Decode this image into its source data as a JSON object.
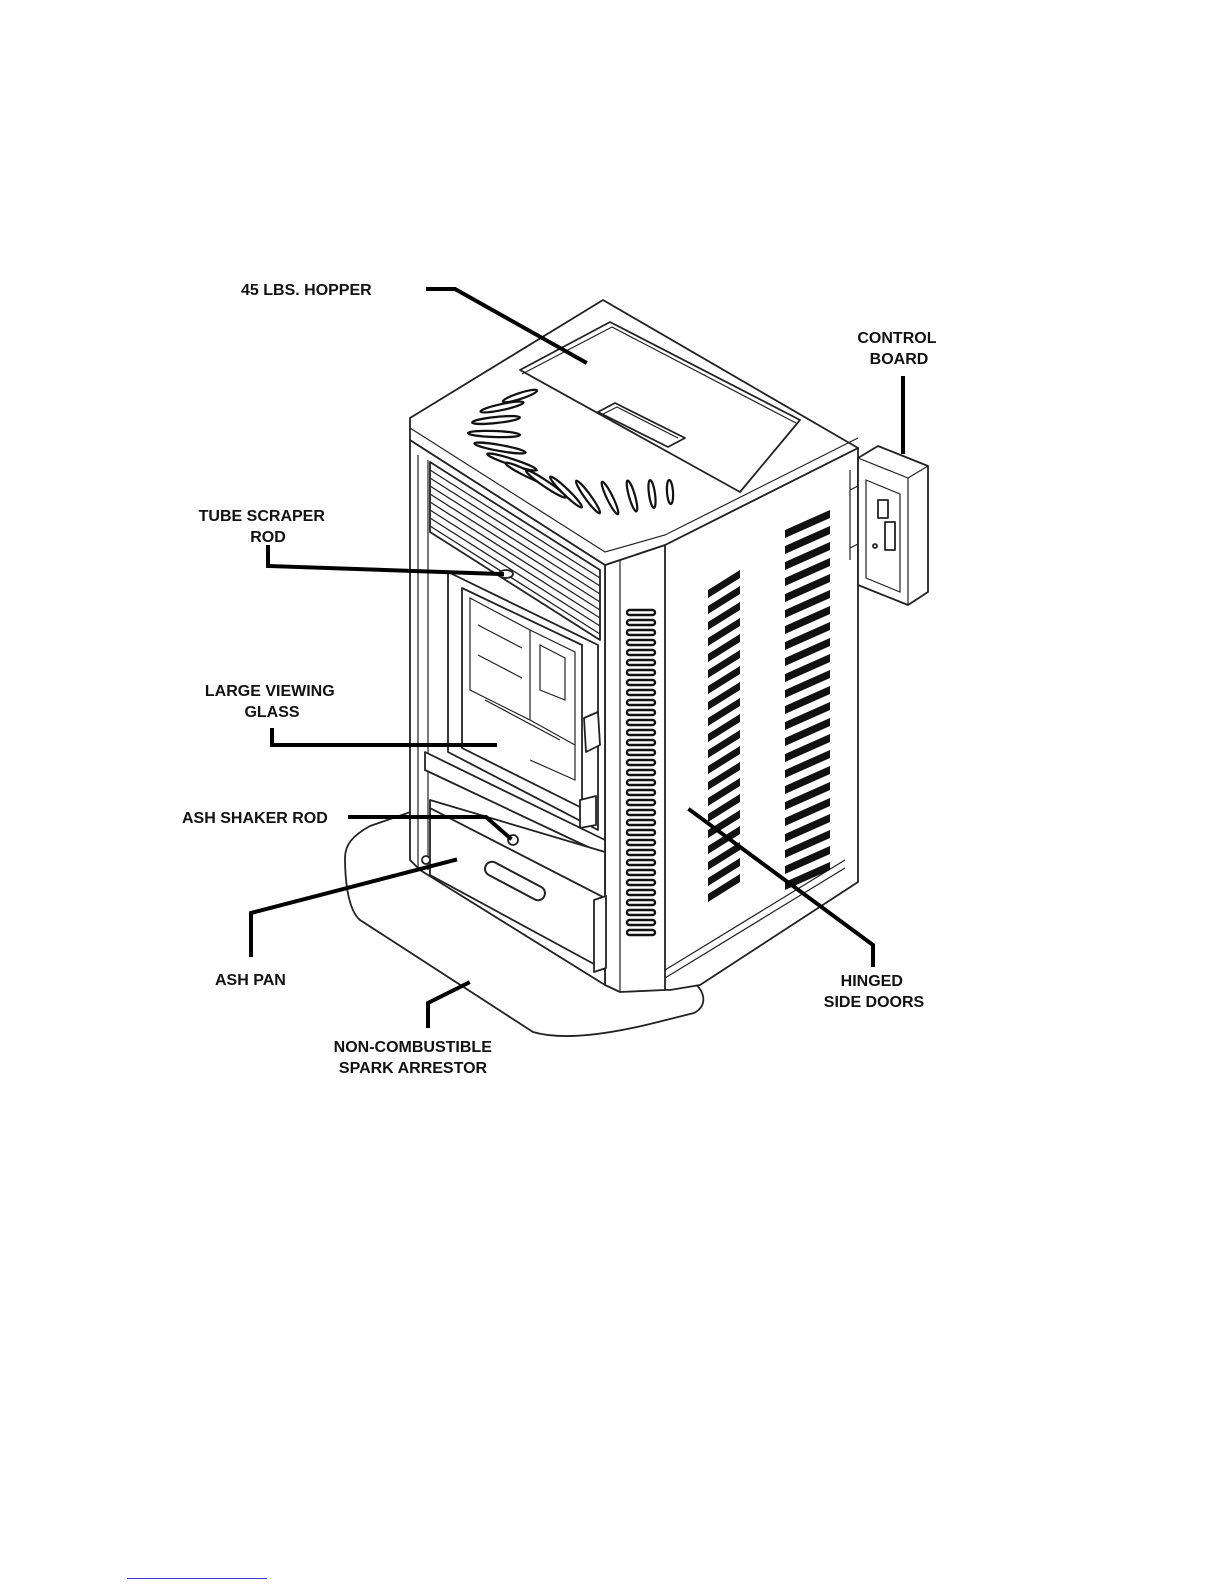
{
  "labels": {
    "hopper": "45 LBS. HOPPER",
    "control_board": [
      "CONTROL",
      "BOARD"
    ],
    "tube_scraper_rod": [
      "TUBE SCRAPER",
      "ROD"
    ],
    "large_viewing_glass": [
      "LARGE VIEWING",
      "GLASS"
    ],
    "ash_shaker_rod": "ASH SHAKER ROD",
    "ash_pan": "ASH PAN",
    "hinged_side_doors": [
      "HINGED",
      "SIDE DOORS"
    ],
    "spark_arrestor": [
      "NON-COMBUSTIBLE",
      "SPARK ARRESTOR"
    ]
  },
  "colors": {
    "ink": "#111111",
    "paper": "#ffffff",
    "footer_rule": "#3b3bd6"
  }
}
